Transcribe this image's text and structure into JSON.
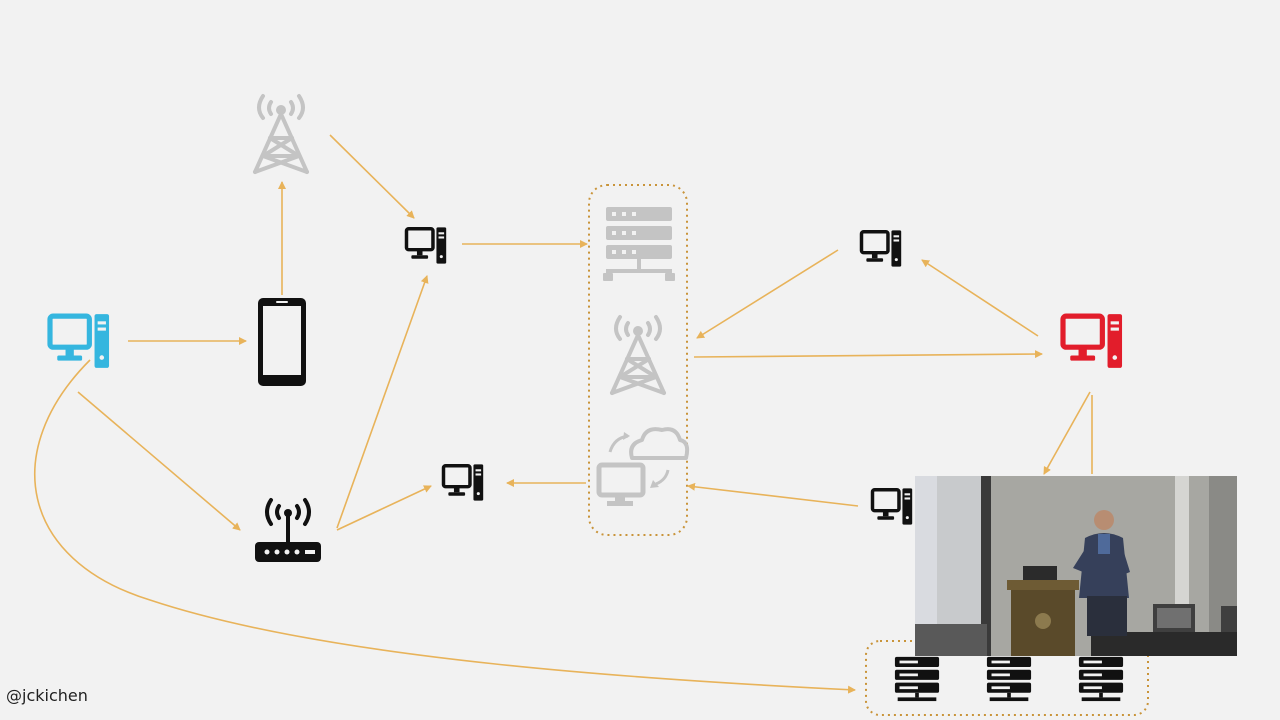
{
  "footer": {
    "handle": "@jckichen"
  },
  "colors": {
    "background": "#f2f2f2",
    "arrow": "#e8b35a",
    "group_border": "#c9943a",
    "faded_icon": "#c4c4c4",
    "origin_computer": "#35b6df",
    "target_computer": "#e21d2b",
    "device": "#111111"
  },
  "diagram": {
    "nodes": [
      {
        "id": "origin-computer",
        "type": "desktop",
        "color": "origin"
      },
      {
        "id": "smartphone",
        "type": "phone",
        "color": "device"
      },
      {
        "id": "cell-tower-top",
        "type": "tower",
        "color": "faded"
      },
      {
        "id": "wifi-router",
        "type": "router",
        "color": "device"
      },
      {
        "id": "relay-computer-top",
        "type": "desktop",
        "color": "device"
      },
      {
        "id": "relay-computer-bottom",
        "type": "desktop",
        "color": "device"
      },
      {
        "id": "provider-server",
        "type": "server-stack",
        "color": "faded",
        "group": "infrastructure"
      },
      {
        "id": "provider-tower",
        "type": "tower",
        "color": "faded",
        "group": "infrastructure"
      },
      {
        "id": "provider-cloud-computer",
        "type": "cloud-desktop",
        "color": "faded",
        "group": "infrastructure"
      },
      {
        "id": "relay-computer-right-top",
        "type": "desktop",
        "color": "device"
      },
      {
        "id": "relay-computer-right-bottom",
        "type": "desktop",
        "color": "device"
      },
      {
        "id": "target-computer",
        "type": "desktop",
        "color": "target"
      },
      {
        "id": "server-1",
        "type": "server",
        "color": "device",
        "group": "servers"
      },
      {
        "id": "server-2",
        "type": "server",
        "color": "device",
        "group": "servers"
      },
      {
        "id": "server-3",
        "type": "server",
        "color": "device",
        "group": "servers"
      }
    ],
    "edges": [
      {
        "from": "origin-computer",
        "to": "smartphone"
      },
      {
        "from": "smartphone",
        "to": "cell-tower-top"
      },
      {
        "from": "cell-tower-top",
        "to": "relay-computer-top"
      },
      {
        "from": "origin-computer",
        "to": "wifi-router"
      },
      {
        "from": "wifi-router",
        "to": "relay-computer-top"
      },
      {
        "from": "wifi-router",
        "to": "relay-computer-bottom"
      },
      {
        "from": "relay-computer-top",
        "to": "infrastructure"
      },
      {
        "from": "infrastructure",
        "to": "relay-computer-bottom"
      },
      {
        "from": "relay-computer-right-top",
        "to": "infrastructure"
      },
      {
        "from": "infrastructure",
        "to": "target-computer"
      },
      {
        "from": "target-computer",
        "to": "relay-computer-right-top"
      },
      {
        "from": "relay-computer-right-bottom",
        "to": "infrastructure"
      },
      {
        "from": "target-computer",
        "to": "relay-computer-right-bottom"
      },
      {
        "from": "origin-computer",
        "to": "servers"
      }
    ]
  },
  "video_overlay": {
    "subject": "speaker-at-podium"
  }
}
